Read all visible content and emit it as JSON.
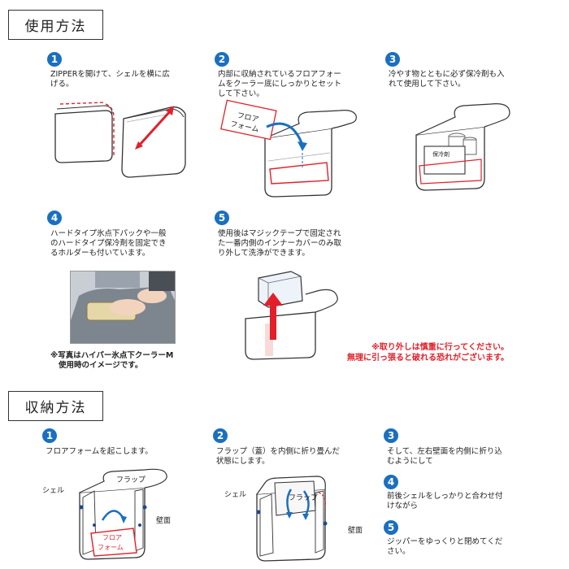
{
  "usage": {
    "title": "使用方法",
    "steps": [
      {
        "num": "1",
        "lines": [
          "ZIPPERを開けて、シェルを横に広",
          "げる。"
        ]
      },
      {
        "num": "2",
        "lines": [
          "内部に収納されているフロアフォー",
          "ムをクーラー底にしっかりとセット",
          "して下さい。"
        ]
      },
      {
        "num": "3",
        "lines": [
          "冷やす物とともに必ず保冷剤も入",
          "れて使用して下さい。"
        ]
      },
      {
        "num": "4",
        "lines": [
          "ハードタイプ氷点下パックや一般",
          "のハードタイプ保冷剤を固定でき",
          "るホルダーも付いています。"
        ]
      },
      {
        "num": "5",
        "lines": [
          "使用後はマジックテープで固定され",
          "た一番内側のインナーカバーのみ取",
          "り外して洗浄ができます。"
        ]
      }
    ],
    "photo_caption": [
      "※写真はハイパー氷点下クーラーM",
      "使用時のイメージです。"
    ],
    "warning": [
      "※取り外しは慎重に行ってください。",
      "無理に引っ張ると破れる恐れがございます。"
    ],
    "floor_label": [
      "フロア",
      "フォーム"
    ],
    "ice_label": "保冷剤"
  },
  "storage": {
    "title": "収納方法",
    "steps": [
      {
        "num": "1",
        "lines": [
          "フロアフォームを起こします。"
        ]
      },
      {
        "num": "2",
        "lines": [
          "フラップ（蓋）を内側に折り畳んだ",
          "状態にします。"
        ]
      },
      {
        "num": "3",
        "lines": [
          "そして、左右壁面を内側に折り込",
          "むようにして"
        ]
      },
      {
        "num": "4",
        "lines": [
          "前後シェルをしっかりと合わせ付",
          "けながら"
        ]
      },
      {
        "num": "5",
        "lines": [
          "ジッパーをゆっくりと閉めてくだ",
          "さい。"
        ]
      }
    ],
    "labels": {
      "flap": "フラップ",
      "shell": "シェル",
      "wall": "壁面"
    }
  },
  "colors": {
    "accent_blue": "#1a6fc0",
    "accent_red": "#e1202a"
  }
}
